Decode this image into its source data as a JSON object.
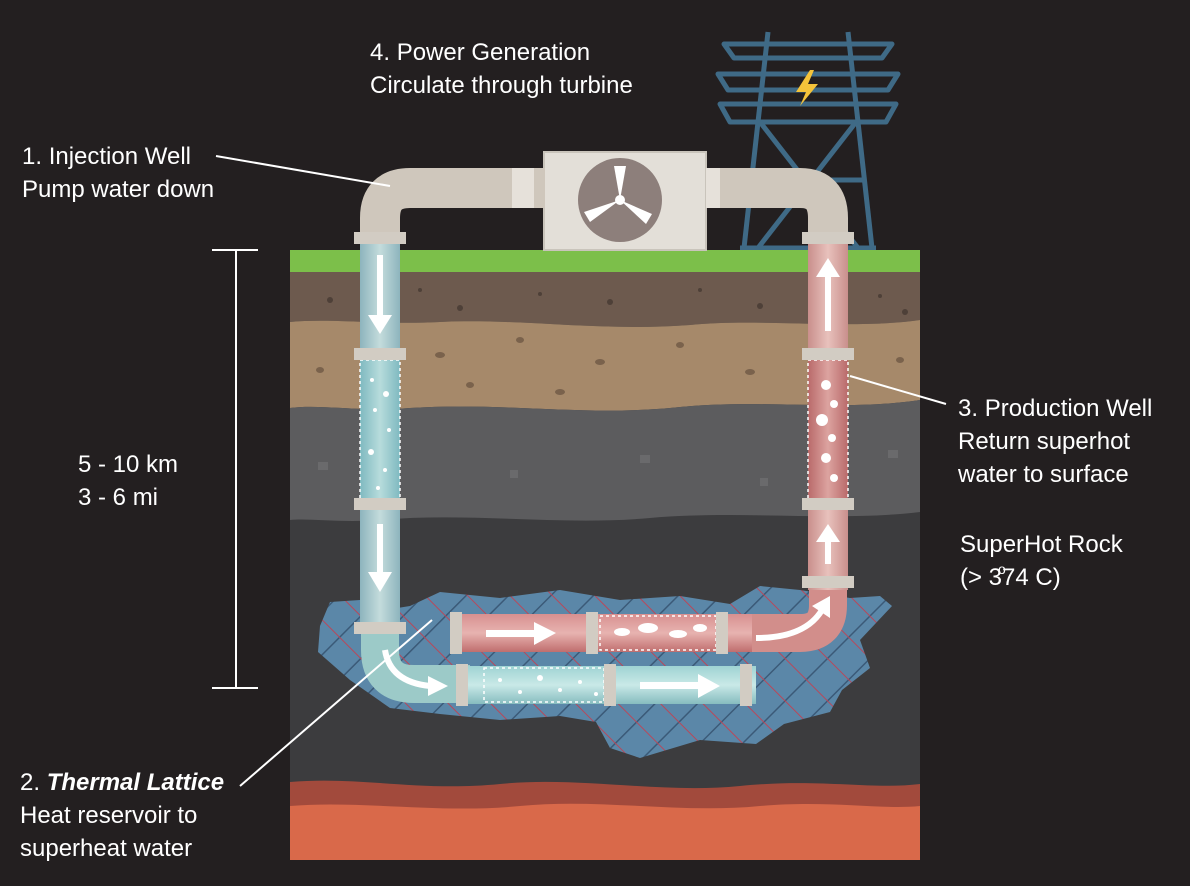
{
  "labels": {
    "power": {
      "number": "4.",
      "title": "Power Generation",
      "desc": "Circulate through turbine"
    },
    "injection": {
      "number": "1.",
      "title": "Injection Well",
      "desc": "Pump water down"
    },
    "production": {
      "number": "3.",
      "title": "Production Well",
      "desc_1": "Return superhot",
      "desc_2": "water to surface"
    },
    "lattice": {
      "number": "2.",
      "title": "Thermal Lattice",
      "desc_1": "Heat reservoir to",
      "desc_2": "superheat water"
    },
    "rock": {
      "title": "SuperHot Rock",
      "temp": "(> 374  C)",
      "degree": "o"
    },
    "depth": {
      "km": "5 - 10 km",
      "mi": "3 - 6 mi"
    }
  },
  "colors": {
    "background": "#231f20",
    "grass": "#7cbf4a",
    "soil": "#6d5a4e",
    "sand": "#a6896a",
    "rock_light": "#5c5c5e",
    "rock_dark": "#3c3c3e",
    "lava": "#d9694a",
    "cold_water": "#8fd6d4",
    "hot_water": "#cf7f7c",
    "lattice_blue": "#5b87a8",
    "tower": "#3f6a86",
    "bolt": "#f4c33a"
  },
  "icons": [
    "turbine-fan-icon",
    "lightning-bolt-icon",
    "transmission-tower-icon",
    "arrow-down-icon",
    "arrow-up-icon",
    "arrow-right-icon",
    "curved-arrow-icon"
  ]
}
